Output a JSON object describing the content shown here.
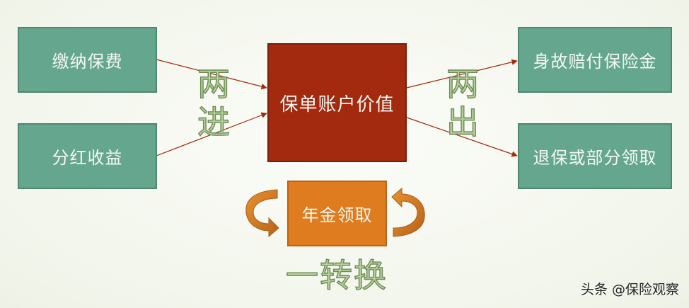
{
  "inputs": [
    {
      "label": "缴纳保费"
    },
    {
      "label": "分红收益"
    }
  ],
  "center": {
    "label": "保单账户价值"
  },
  "outputs": [
    {
      "label": "身故赔付保险金"
    },
    {
      "label": "退保或部分领取"
    }
  ],
  "annuity": {
    "label": "年金领取"
  },
  "annotations": {
    "inflow": "两进",
    "outflow": "两出",
    "conversion": "一转换"
  },
  "watermark": "头条 @保险观察",
  "colors": {
    "input_box": "#65a78e",
    "center_box": "#a3290f",
    "annuity_box": "#de7c1f",
    "connector": "#a3290f",
    "label_text": "#b9d29f"
  }
}
